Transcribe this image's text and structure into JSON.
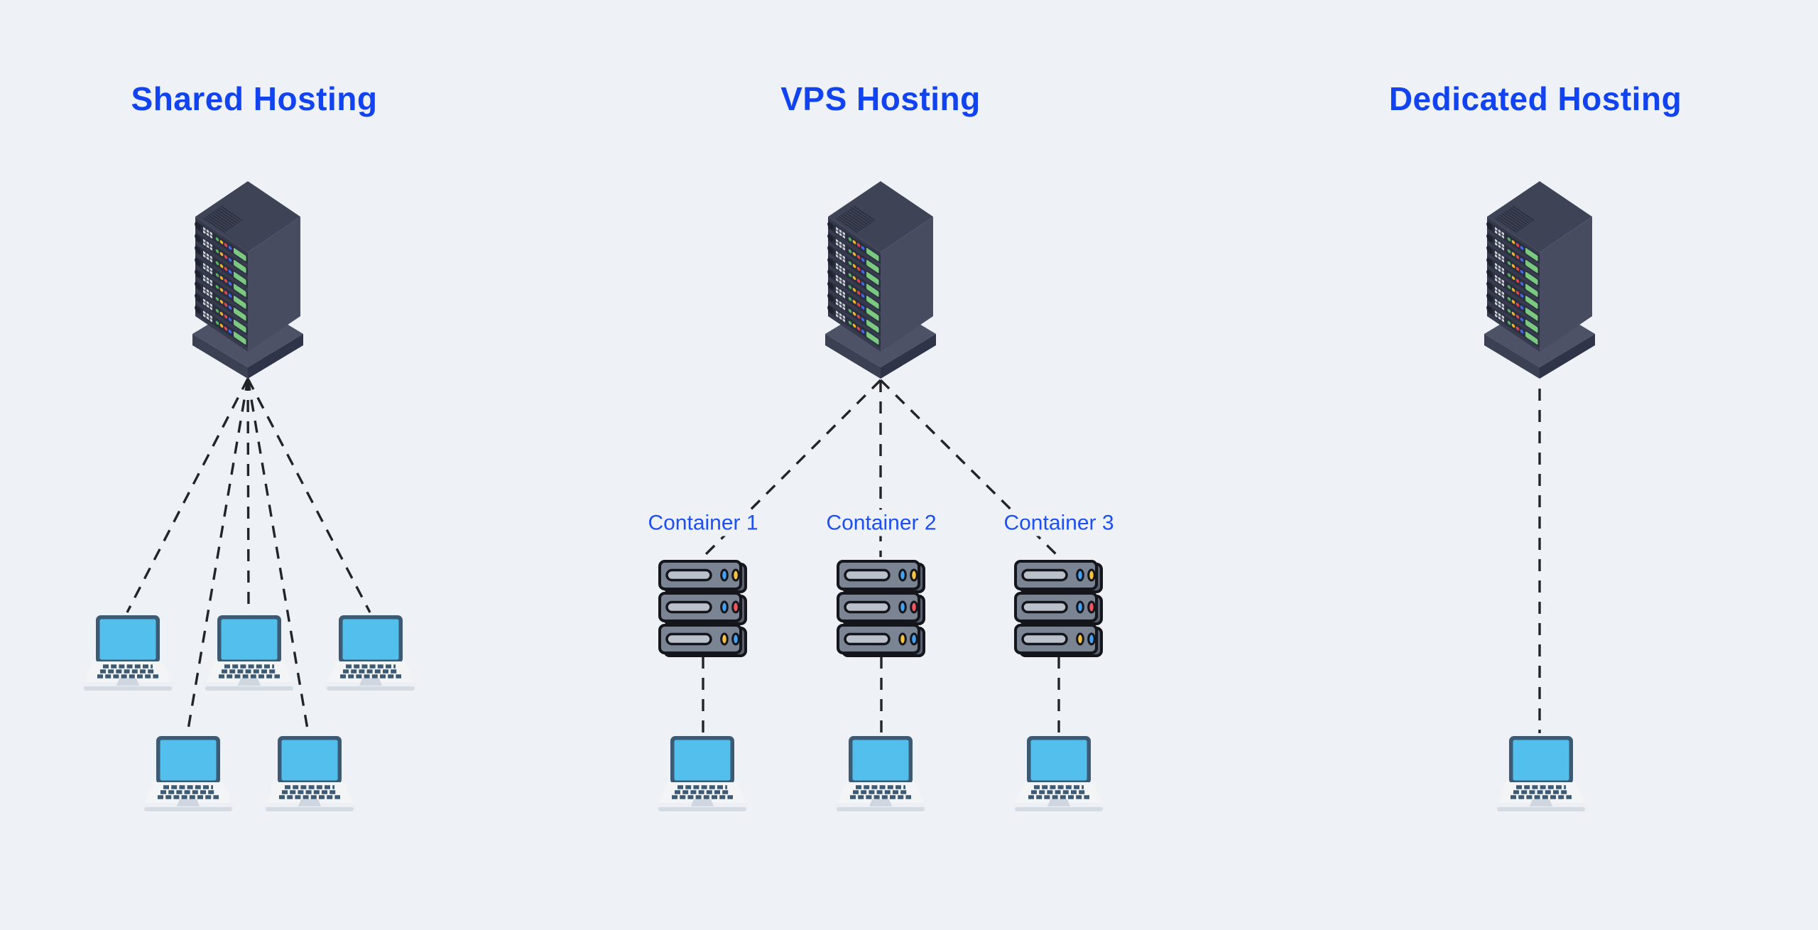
{
  "theme": {
    "page-bg": "#eef2f6",
    "title-blue": "#1143f0",
    "label-blue": "#1d4ff2",
    "line-color": "#212429",
    "screen-blue": "#53bfed"
  },
  "diagram": {
    "columns": [
      {
        "title": "Shared Hosting",
        "type": "shared",
        "client_laptops": 5
      },
      {
        "title": "VPS Hosting",
        "type": "vps",
        "containers": [
          {
            "label": "Container 1"
          },
          {
            "label": "Container 2"
          },
          {
            "label": "Container 3"
          }
        ],
        "client_laptops": 3
      },
      {
        "title": "Dedicated Hosting",
        "type": "dedicated",
        "client_laptops": 1
      }
    ],
    "icons": {
      "server": "server-tower-icon",
      "container": "rack-server-icon",
      "client": "laptop-icon"
    }
  }
}
